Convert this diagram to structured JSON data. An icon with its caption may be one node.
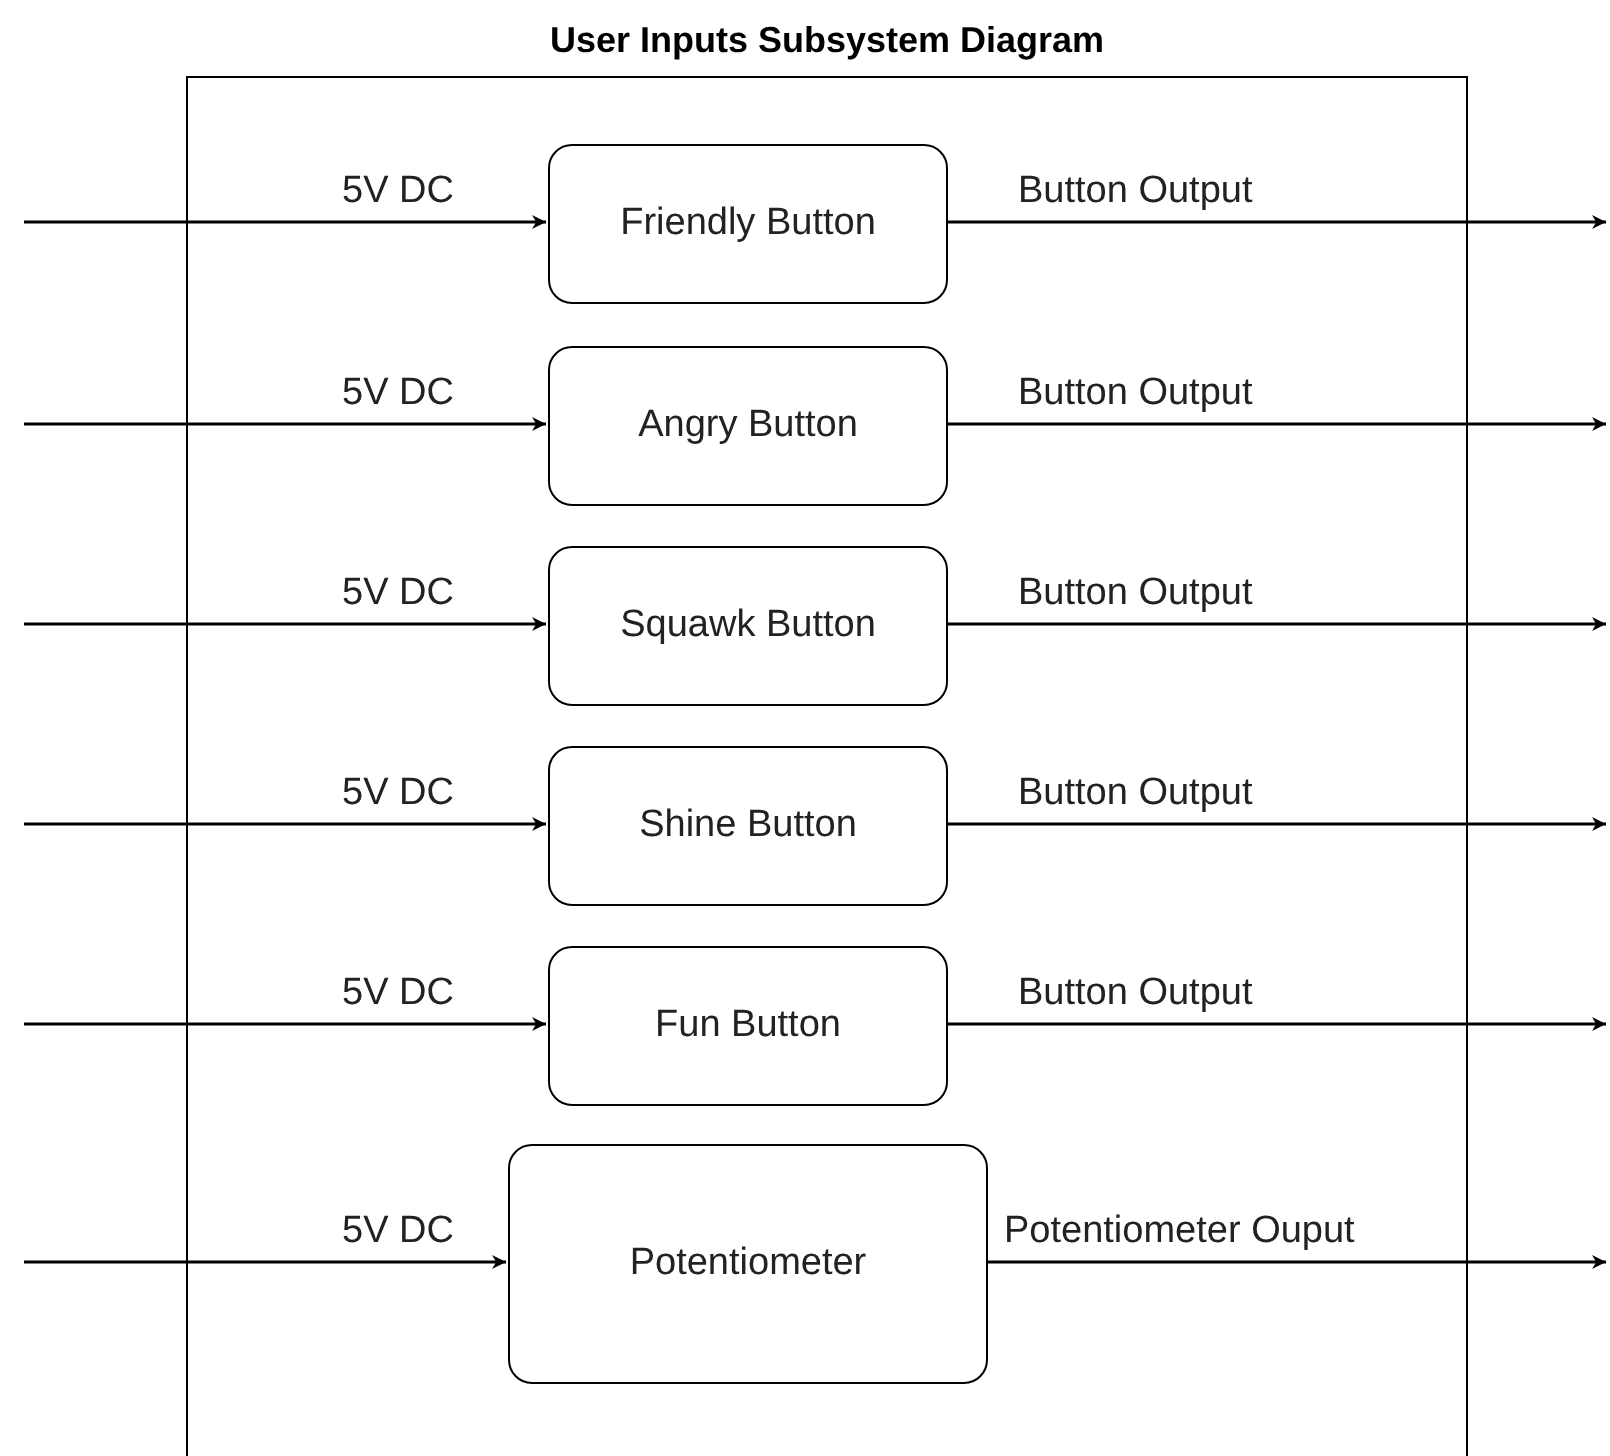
{
  "diagram": {
    "nodes": [
      {
        "text": [
          "User Inputs Subsystem Diagram"
        ]
      },
      {
        "text": [
          "Friendly Button"
        ],
        "in": 0
      },
      {
        "text": [
          "Angry Button"
        ],
        "in": 0
      },
      {
        "text": [
          "Squawk Button"
        ],
        "in": 0
      },
      {
        "text": [
          "Shine Button"
        ],
        "in": 0
      },
      {
        "text": [
          "Fun Button"
        ],
        "in": 0
      },
      {
        "text": [
          "Potentiometer"
        ],
        "in": 0
      }
    ],
    "edges": [
      {
        "from": null,
        "to": 1,
        "arrow": "to",
        "label": "5V DC"
      },
      {
        "from": 1,
        "to": null,
        "arrow": "to",
        "label": "Button Output"
      },
      {
        "from": null,
        "to": 2,
        "arrow": "to",
        "label": "5V DC"
      },
      {
        "from": 2,
        "to": null,
        "arrow": "to",
        "label": "Button Output"
      },
      {
        "from": null,
        "to": 3,
        "arrow": "to",
        "label": "5V DC"
      },
      {
        "from": 3,
        "to": null,
        "arrow": "to",
        "label": "Button Output"
      },
      {
        "from": null,
        "to": 4,
        "arrow": "to",
        "label": "5V DC"
      },
      {
        "from": 4,
        "to": null,
        "arrow": "to",
        "label": "Button Output"
      },
      {
        "from": null,
        "to": 5,
        "arrow": "to",
        "label": "5V DC"
      },
      {
        "from": 5,
        "to": null,
        "arrow": "to",
        "label": "Button Output"
      },
      {
        "from": null,
        "to": 6,
        "arrow": "to",
        "label": "5V DC"
      },
      {
        "from": 6,
        "to": null,
        "arrow": "to",
        "label": "Potentiometer Ouput"
      }
    ]
  }
}
